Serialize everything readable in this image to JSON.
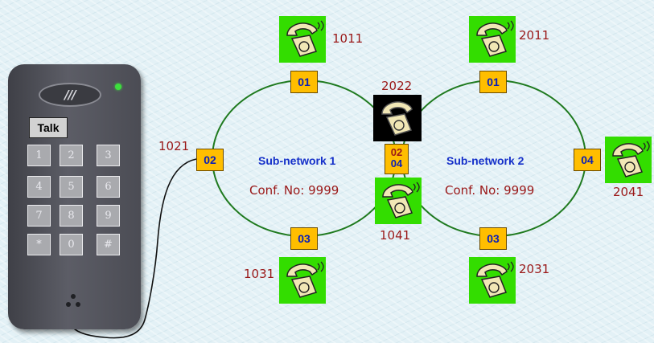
{
  "subnet1": {
    "title": "Sub-network 1",
    "conf": "Conf. No: 9999"
  },
  "subnet2": {
    "title": "Sub-network 2",
    "conf": "Conf. No: 9999"
  },
  "ports": {
    "s1_top": "01",
    "s1_left": "02",
    "s1_bottom": "03",
    "s2_top": "01",
    "s2_right": "04",
    "s2_bottom": "03",
    "shared_a": "02",
    "shared_b": "04"
  },
  "phones": {
    "p1011": "1011",
    "p1021": "1021",
    "p1031": "1031",
    "p1041": "1041",
    "p2011": "2011",
    "p2022": "2022",
    "p2031": "2031",
    "p2041": "2041"
  },
  "keypad": {
    "speaker_marks": "///",
    "talk_label": "Talk",
    "keys": [
      "1",
      "2",
      "3",
      "4",
      "5",
      "6",
      "7",
      "8",
      "9",
      "*",
      "0",
      "#"
    ]
  },
  "colors": {
    "ring": "#1f7a1f",
    "port": "#ffbe00",
    "phone_bg": "#33dd00",
    "label": "#9a1818",
    "subnet_title": "#1530c9"
  },
  "icons": {
    "phone": "telephone-icon",
    "hub": "telephone-hub-icon"
  }
}
